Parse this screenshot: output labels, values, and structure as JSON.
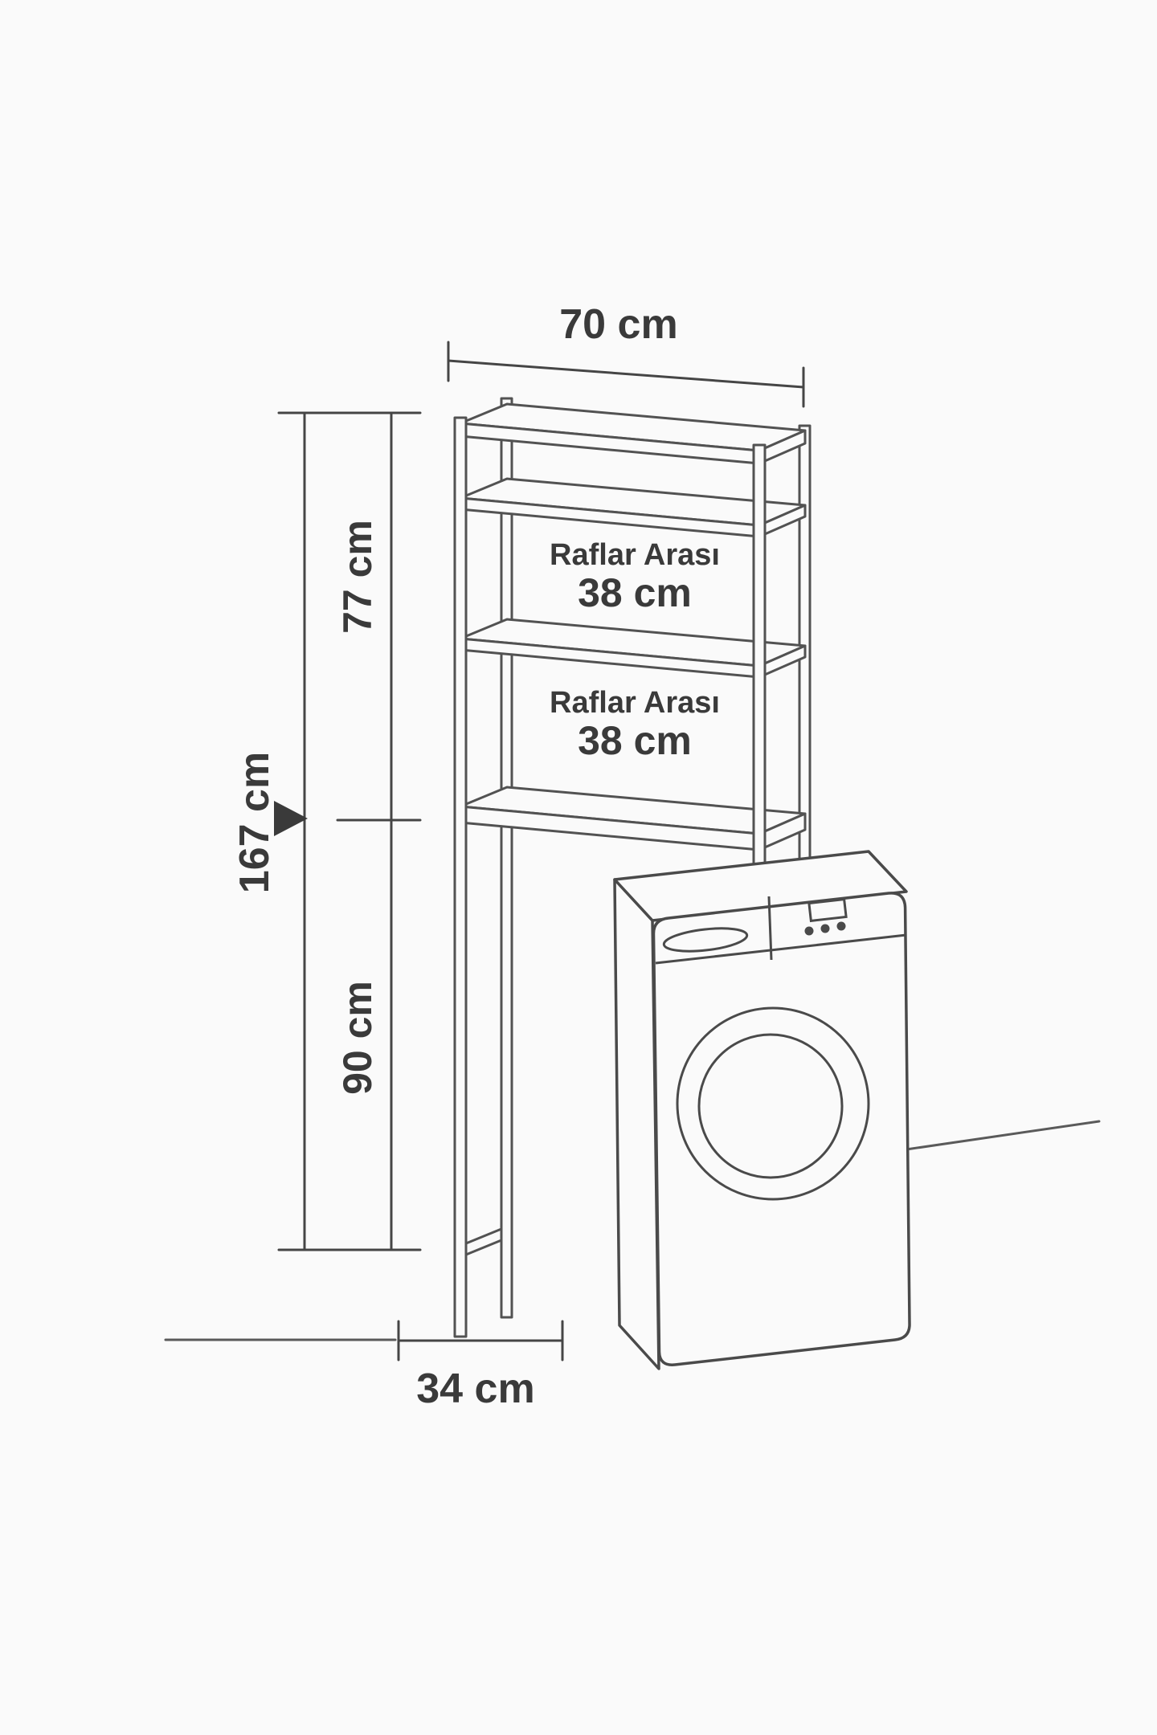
{
  "colors": {
    "background": "#fafafa",
    "line": "#4f4f4f",
    "text": "#3a3a3a"
  },
  "dimensions": {
    "top_width": "70 cm",
    "upper_section_height": "77 cm",
    "total_height": "167 cm",
    "lower_section_height": "90 cm",
    "base_depth": "34 cm"
  },
  "shelf_gaps": [
    {
      "label": "Raflar Arası",
      "value": "38 cm"
    },
    {
      "label": "Raflar Arası",
      "value": "38 cm"
    }
  ]
}
